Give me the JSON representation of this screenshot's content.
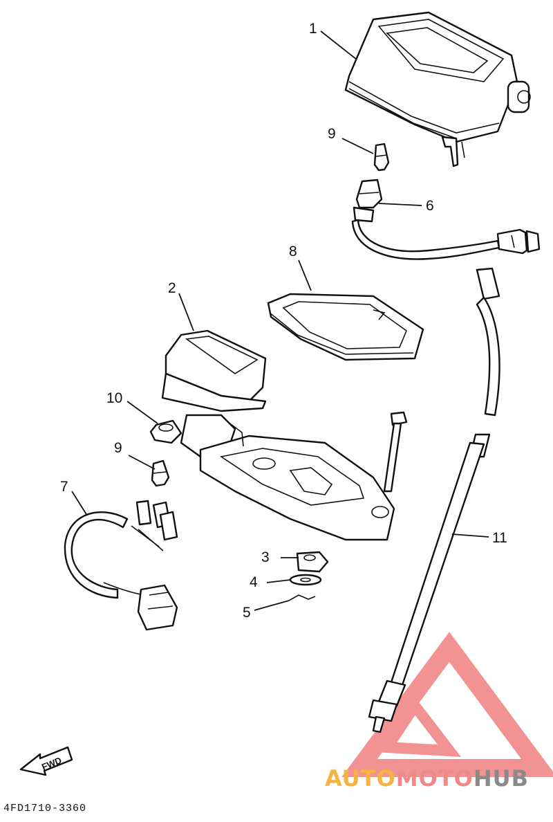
{
  "callouts": [
    {
      "id": "p1",
      "label": "1"
    },
    {
      "id": "p2",
      "label": "2"
    },
    {
      "id": "p3",
      "label": "3"
    },
    {
      "id": "p4",
      "label": "4"
    },
    {
      "id": "p5",
      "label": "5"
    },
    {
      "id": "p6",
      "label": "6"
    },
    {
      "id": "p7",
      "label": "7"
    },
    {
      "id": "p8",
      "label": "8"
    },
    {
      "id": "p9a",
      "label": "9"
    },
    {
      "id": "p9b",
      "label": "9"
    },
    {
      "id": "p10",
      "label": "10"
    },
    {
      "id": "p11",
      "label": "11"
    }
  ],
  "diagram_code": "4FD1710-3360",
  "fwd_label": "FWD",
  "watermark": {
    "text_part1": "AUTO",
    "text_part2": "MOTO",
    "text_part3": "HUB",
    "color_part1": "#f5b342",
    "color_part2": "#f08a8a",
    "color_part3": "#8a8a8a",
    "logo_color": "#f08080"
  }
}
